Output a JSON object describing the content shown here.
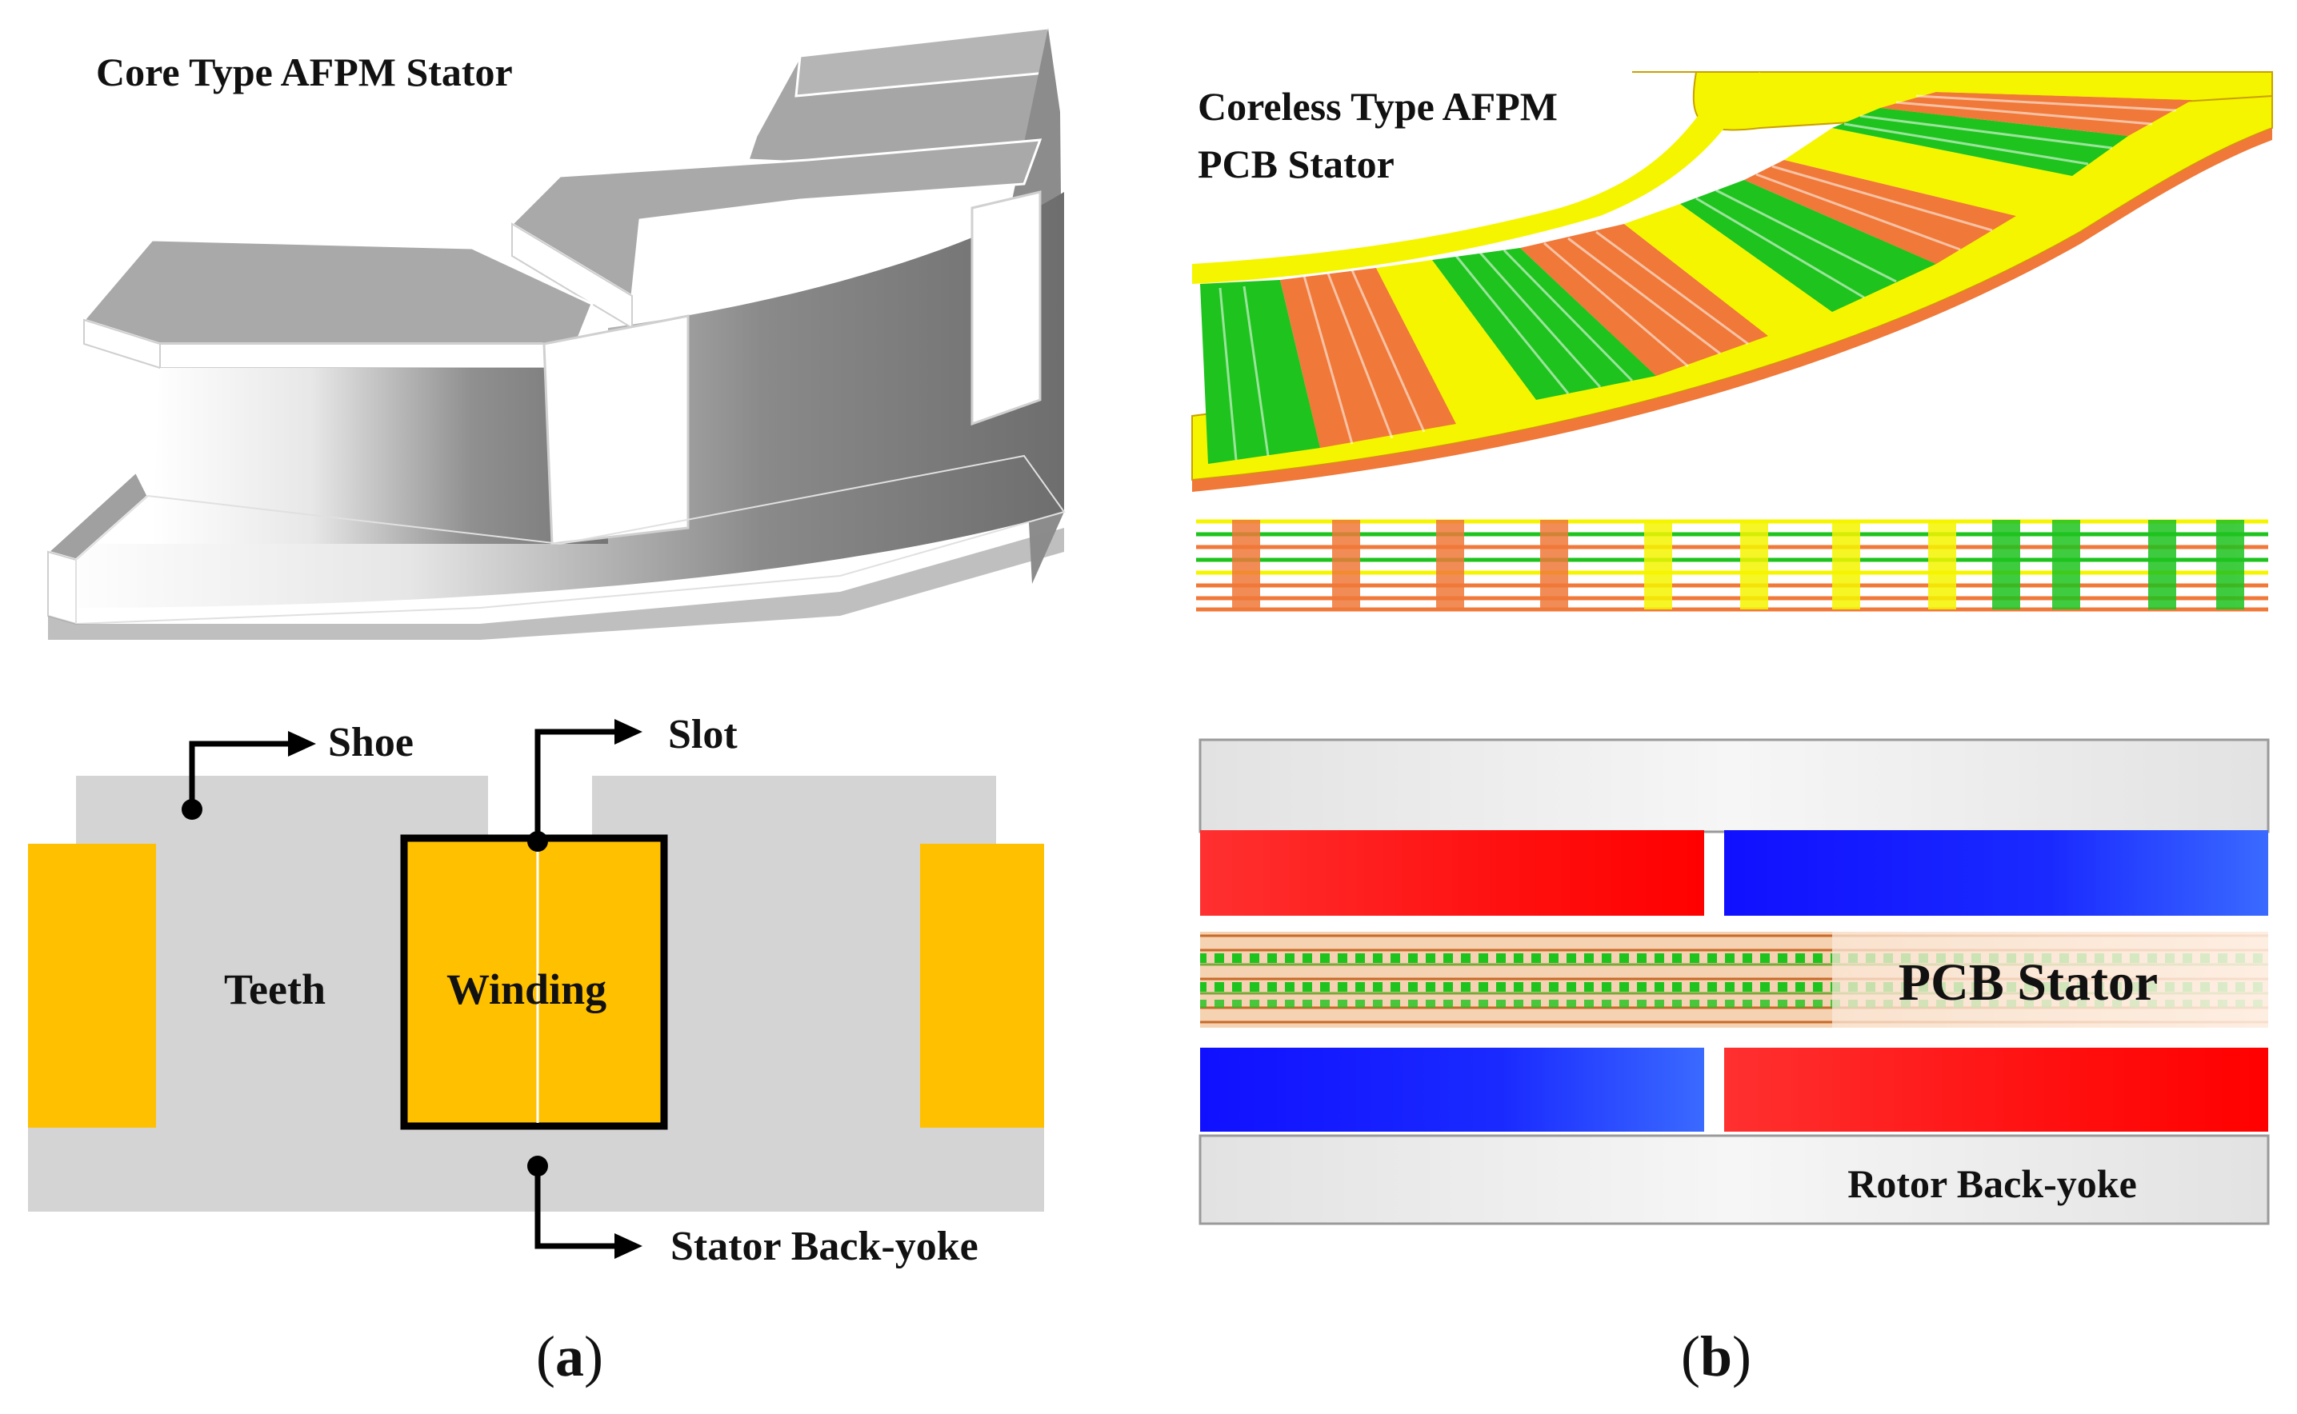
{
  "panel_a": {
    "top_title": "Core Type AFPM Stator",
    "labels": {
      "shoe": "Shoe",
      "slot": "Slot",
      "teeth": "Teeth",
      "winding": "Winding",
      "stator_back_yoke": "Stator Back-yoke"
    },
    "caption_open": "(",
    "caption_letter": "a",
    "caption_close": ")"
  },
  "panel_b": {
    "top_title_line1": "Coreless Type AFPM",
    "top_title_line2": "PCB Stator",
    "labels": {
      "pcb_stator": "PCB Stator",
      "rotor_back_yoke": "Rotor Back-yoke"
    },
    "caption_open": "(",
    "caption_letter": "b",
    "caption_close": ")"
  },
  "colors": {
    "steel_gray": "#d4d4d4",
    "winding_gold": "#ffc000",
    "pcb_green": "#1ec31e",
    "pcb_orange": "#f07838",
    "pcb_yellow": "#f5f500",
    "magnet_red": "#ff1a1a",
    "magnet_blue": "#1a1aff"
  }
}
